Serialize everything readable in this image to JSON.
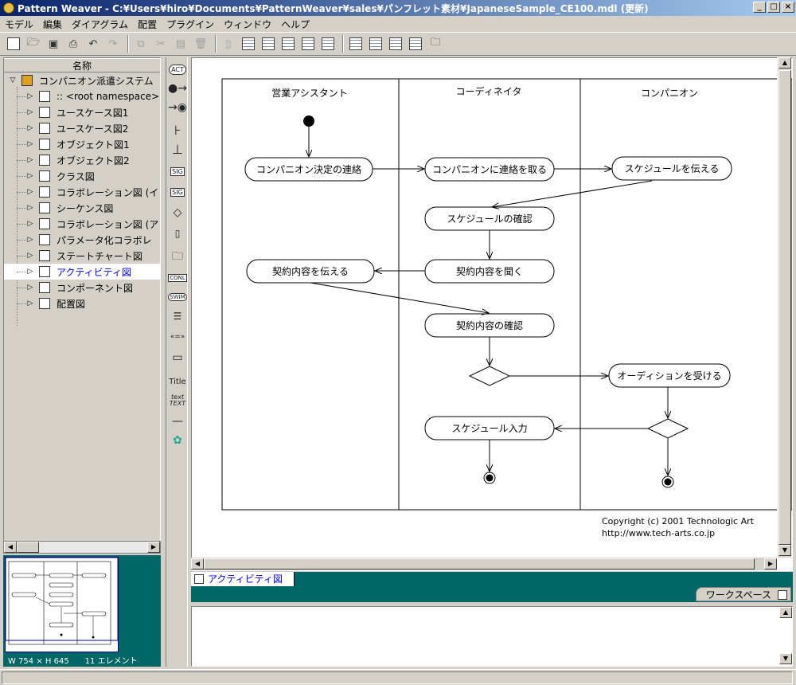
{
  "window": {
    "title": "Pattern Weaver - C:¥Users¥hiro¥Documents¥PatternWeaver¥sales¥パンフレット素材¥JapaneseSample_CE100.mdl (更新)",
    "min": "_",
    "max": "□",
    "close": "×"
  },
  "menu": [
    "モデル",
    "編集",
    "ダイアグラム",
    "配置",
    "プラグイン",
    "ウィンドウ",
    "ヘルプ"
  ],
  "tree": {
    "header": "名称",
    "root": "コンパニオン派遣システム",
    "items": [
      {
        "label": ":: <root namespace>"
      },
      {
        "label": "ユースケース図1"
      },
      {
        "label": "ユースケース図2"
      },
      {
        "label": "オブジェクト図1"
      },
      {
        "label": "オブジェクト図2"
      },
      {
        "label": "クラス図"
      },
      {
        "label": "コラボレーション図 (イ"
      },
      {
        "label": "シーケンス図"
      },
      {
        "label": "コラボレーション図 (ア"
      },
      {
        "label": "パラメータ化コラボレ"
      },
      {
        "label": "ステートチャート図"
      },
      {
        "label": "アクティビティ図",
        "selected": true
      },
      {
        "label": "コンポーネント図"
      },
      {
        "label": "配置図"
      }
    ]
  },
  "overview": {
    "status": "W 754 × H 645　　11 エレメント"
  },
  "palette": {
    "act": "ACT",
    "sig1": "SIG",
    "sig2": "SIG",
    "txt_title": "Title",
    "txt_text": "text TEXT",
    "conl": "CONL",
    "swim": "SWIM",
    "rv": "«=»"
  },
  "diagram": {
    "lanes": [
      "営業アシスタント",
      "コーディネイタ",
      "コンパニオン"
    ],
    "activities": {
      "a1": "コンパニオン決定の連絡",
      "a2": "コンパニオンに連絡を取る",
      "a3": "スケジュールを伝える",
      "a4": "スケジュールの確認",
      "a5": "契約内容を聞く",
      "a6": "契約内容を伝える",
      "a7": "契約内容の確認",
      "a8": "オーディションを受ける",
      "a9": "スケジュール入力"
    },
    "copyright": "Copyright (c) 2001 Technologic Art",
    "url": "http://www.tech-arts.co.jp"
  },
  "tabs": {
    "active": "アクティビティ図",
    "workspace": "ワークスペース"
  }
}
